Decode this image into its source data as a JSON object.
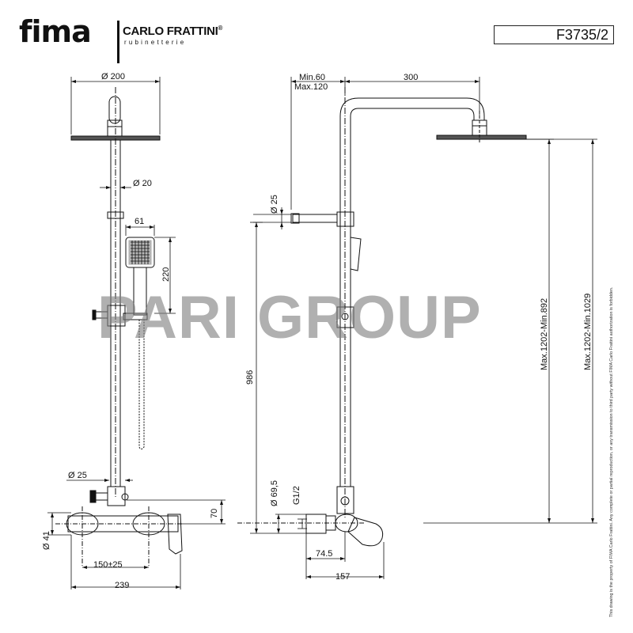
{
  "header": {
    "brand_fima": "fima",
    "brand_carlo": "CARLO FRATTINI",
    "brand_registered": "®",
    "brand_sub": "rubinetterie",
    "product_code": "F3735/2"
  },
  "watermark": "PARI GROUP",
  "dimensions": {
    "head_diameter": "Ø 200",
    "pipe_diameter": "Ø 20",
    "handshower_width": "61",
    "handshower_length": "220",
    "connector_diameter_front": "Ø 25",
    "outlet_height": "70",
    "escutcheon_diameter": "Ø 41",
    "centre_distance": "150±25",
    "overall_width": "239",
    "head_offset_min": "Min.60",
    "head_offset_max": "Max.120",
    "arm_reach": "300",
    "connector_diameter_side": "Ø 25",
    "column_height": "986",
    "body_diameter": "Ø 69,5",
    "thread": "G1/2",
    "projection_short": "74.5",
    "projection_long": "157",
    "height_head": "Max.1202-Min.892",
    "height_total": "Max.1202-Min.1029"
  },
  "copyright": "This drawing is the property of FIMA Carlo Frattini. Any complete or partial reproduction, or any transmission to third party without FIMA Carlo Frattini authorization is forbidden."
}
